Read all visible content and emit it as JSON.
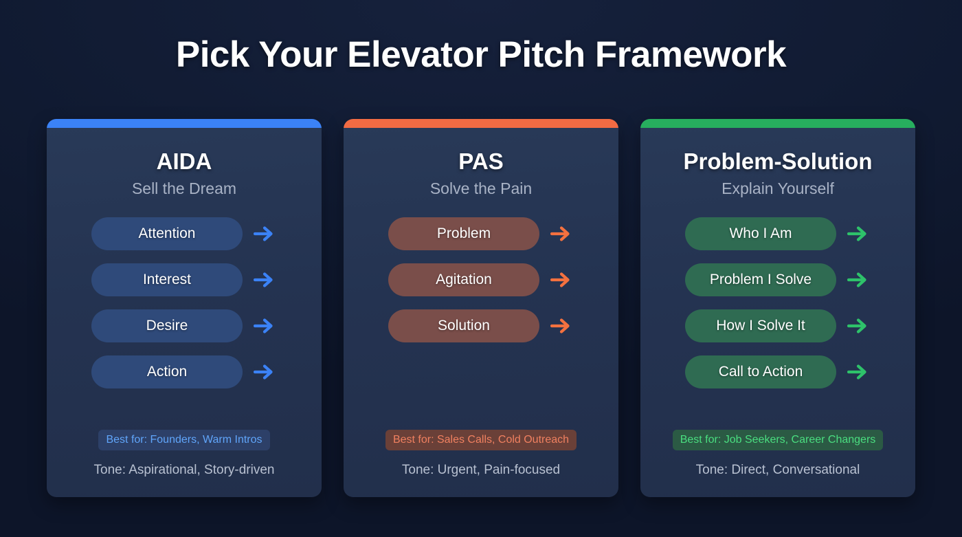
{
  "header": {
    "title": "Pick Your Elevator Pitch Framework"
  },
  "theme": {
    "background": "#101a31",
    "card_background": "#243351",
    "title_color": "#ffffff",
    "subtitle_color": "#a9b3c6",
    "tone_color": "#b8c1d1"
  },
  "cards": [
    {
      "id": "aida",
      "accent_color": "#3b82f6",
      "pill_color": "#2f4a7a",
      "arrow_color": "#3b82f6",
      "badge_bg": "#2d4068",
      "badge_text_color": "#60a5fa",
      "title": "AIDA",
      "subtitle": "Sell the Dream",
      "steps": [
        {
          "label": "Attention",
          "arrow_icon": "arrow-right-icon"
        },
        {
          "label": "Interest",
          "arrow_icon": "arrow-right-icon"
        },
        {
          "label": "Desire",
          "arrow_icon": "arrow-right-icon"
        },
        {
          "label": "Action",
          "arrow_icon": "arrow-right-icon"
        }
      ],
      "best_for": "Best for: Founders, Warm Intros",
      "tone": "Tone: Aspirational, Story-driven"
    },
    {
      "id": "pas",
      "accent_color": "#f26b43",
      "pill_color": "#7a4e4a",
      "arrow_color": "#f4713f",
      "badge_bg": "#6a4038",
      "badge_text_color": "#f08060",
      "title": "PAS",
      "subtitle": "Solve the Pain",
      "steps": [
        {
          "label": "Problem",
          "arrow_icon": "arrow-right-icon"
        },
        {
          "label": "Agitation",
          "arrow_icon": "arrow-right-icon"
        },
        {
          "label": "Solution",
          "arrow_icon": "arrow-right-icon"
        }
      ],
      "best_for": "Best for: Sales Calls, Cold Outreach",
      "tone": "Tone: Urgent, Pain-focused"
    },
    {
      "id": "problem-solution",
      "accent_color": "#27ae5e",
      "pill_color": "#2f6b52",
      "arrow_color": "#2ec26a",
      "badge_bg": "#2b5a44",
      "badge_text_color": "#4ade80",
      "title": "Problem-Solution",
      "subtitle": "Explain Yourself",
      "steps": [
        {
          "label": "Who I Am",
          "arrow_icon": "arrow-right-icon"
        },
        {
          "label": "Problem I Solve",
          "arrow_icon": "arrow-right-icon"
        },
        {
          "label": "How I Solve It",
          "arrow_icon": "arrow-right-icon"
        },
        {
          "label": "Call to Action",
          "arrow_icon": "arrow-right-icon"
        }
      ],
      "best_for": "Best for: Job Seekers, Career Changers",
      "tone": "Tone: Direct, Conversational"
    }
  ]
}
